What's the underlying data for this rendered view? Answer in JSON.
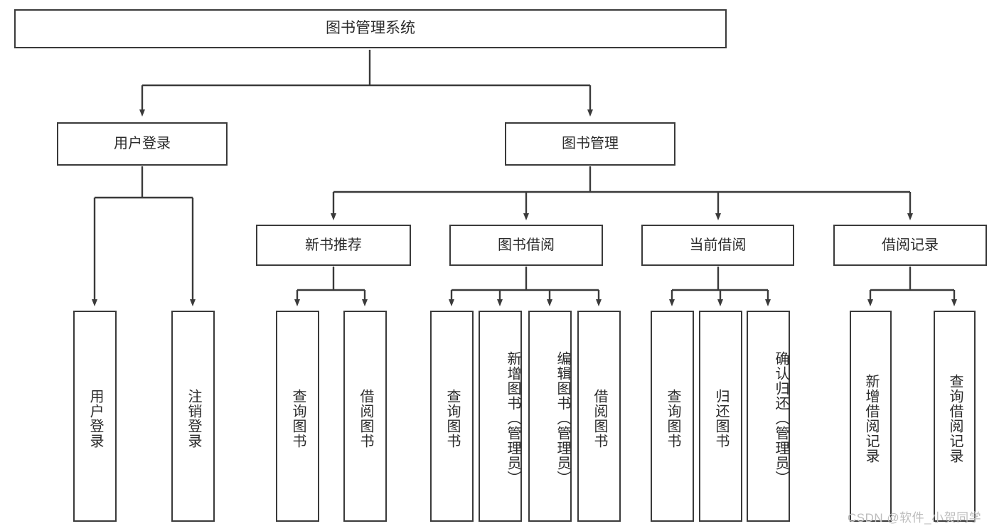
{
  "diagram": {
    "type": "tree",
    "title": "图书管理系统",
    "root": {
      "label": "图书管理系统"
    },
    "level2": [
      {
        "label": "用户登录"
      },
      {
        "label": "图书管理"
      }
    ],
    "level3": [
      {
        "label": "新书推荐"
      },
      {
        "label": "图书借阅"
      },
      {
        "label": "当前借阅"
      },
      {
        "label": "借阅记录"
      }
    ],
    "leaves": {
      "user_login": [
        {
          "label": "用户登录"
        },
        {
          "label": "注销登录"
        }
      ],
      "new_book_recommend": [
        {
          "label": "查询图书"
        },
        {
          "label": "借阅图书"
        }
      ],
      "book_borrow": [
        {
          "label": "查询图书"
        },
        {
          "label": "新增图书（管理员）"
        },
        {
          "label": "编辑图书（管理员）"
        },
        {
          "label": "借阅图书"
        }
      ],
      "current_borrow": [
        {
          "label": "查询图书"
        },
        {
          "label": "归还图书"
        },
        {
          "label": "确认归还（管理员）"
        }
      ],
      "borrow_record": [
        {
          "label": "新增借阅记录"
        },
        {
          "label": "查询借阅记录"
        }
      ]
    }
  },
  "watermark": {
    "text": "CSDN @软件_小贺同学"
  },
  "colors": {
    "stroke": "#3a3a3a",
    "fill": "#ffffff",
    "text": "#2b2b2b",
    "watermark": "#bdbdbd"
  }
}
